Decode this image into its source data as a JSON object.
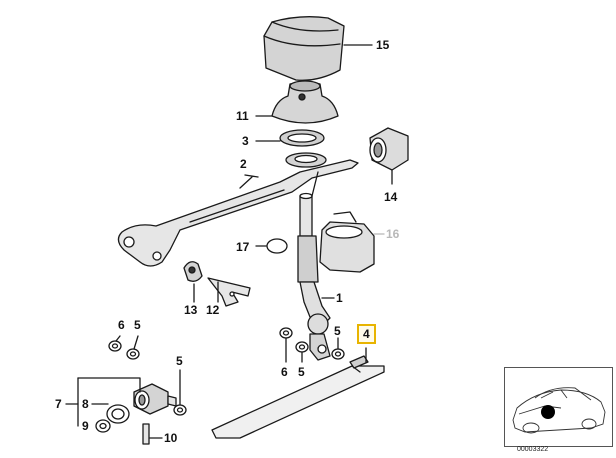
{
  "parts": [
    {
      "id": "p15",
      "number": "15"
    },
    {
      "id": "p11",
      "number": "11"
    },
    {
      "id": "p3",
      "number": "3"
    },
    {
      "id": "p2",
      "number": "2"
    },
    {
      "id": "p14",
      "number": "14"
    },
    {
      "id": "p16",
      "number": "16",
      "faded": true
    },
    {
      "id": "p17",
      "number": "17"
    },
    {
      "id": "p1",
      "number": "1"
    },
    {
      "id": "p13",
      "number": "13"
    },
    {
      "id": "p12",
      "number": "12"
    },
    {
      "id": "p6a",
      "number": "6"
    },
    {
      "id": "p5a",
      "number": "5"
    },
    {
      "id": "p5b",
      "number": "5"
    },
    {
      "id": "p5c",
      "number": "5"
    },
    {
      "id": "p4",
      "number": "4",
      "highlighted": true
    },
    {
      "id": "p6b",
      "number": "6"
    },
    {
      "id": "p5d",
      "number": "5"
    },
    {
      "id": "p7",
      "number": "7"
    },
    {
      "id": "p8",
      "number": "8"
    },
    {
      "id": "p9",
      "number": "9"
    },
    {
      "id": "p10",
      "number": "10"
    }
  ],
  "thumbnail": {
    "caption": "00003322"
  },
  "colors": {
    "line": "#1a1a1a",
    "highlight": "#e8b400",
    "faded": "#b8b8b8"
  }
}
